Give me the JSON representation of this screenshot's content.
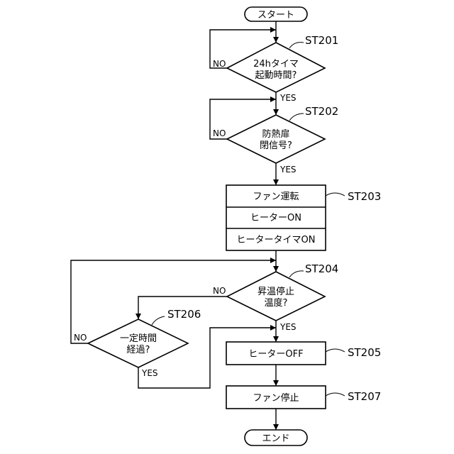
{
  "terminals": {
    "start": "スタート",
    "end": "エンド"
  },
  "decisions": {
    "st201": [
      "24hタイマ",
      "起動時間?"
    ],
    "st202": [
      "防熱扉",
      "閉信号?"
    ],
    "st204": [
      "昇温停止",
      "温度?"
    ],
    "st206": [
      "一定時間",
      "経過?"
    ]
  },
  "processes": {
    "st203": [
      "ファン運転",
      "ヒーターON",
      "ヒータータイマON"
    ],
    "st205": "ヒーターOFF",
    "st207": "ファン停止"
  },
  "step_labels": {
    "st201": "ST201",
    "st202": "ST202",
    "st203": "ST203",
    "st204": "ST204",
    "st205": "ST205",
    "st206": "ST206",
    "st207": "ST207"
  },
  "branch_labels": {
    "st201_no": "NO",
    "st201_yes": "YES",
    "st202_no": "NO",
    "st202_yes": "YES",
    "st204_no": "NO",
    "st204_yes": "YES",
    "st206_no": "NO",
    "st206_yes": "YES"
  }
}
